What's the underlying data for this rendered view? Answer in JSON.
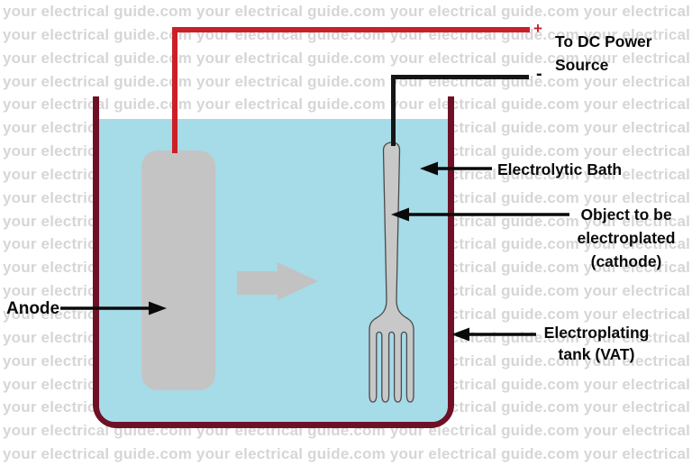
{
  "title": "Electroplating process diagram",
  "watermark": {
    "row": "your electrical guide.com your electrical guide.com your electrical guide.com your electrical guide.com"
  },
  "labels": {
    "dc_power": "To DC Power\nSource",
    "electrolytic_bath": "Electrolytic Bath",
    "object_cathode": "Object to be\nelectroplated\n(cathode)",
    "electroplating_tank": "Electroplating\ntank (VAT)",
    "anode": "Anode",
    "plus_sign": "+",
    "minus_sign": "-"
  },
  "icons": {
    "current_flow_arrow": "right-arrow",
    "anode_pointer": "right-arrow",
    "bath_pointer": "left-arrow",
    "object_pointer": "left-arrow",
    "tank_pointer": "left-arrow"
  },
  "colors": {
    "background": "#ffffff",
    "watermark": "#d6d6d6",
    "bath": "#a6dbe8",
    "tank_border": "#6e1126",
    "metal": "#c4c4c4",
    "metal_outline": "#4a4a4a",
    "arrow_gray": "#c2c2c2",
    "wire_positive": "#cb2027",
    "wire_negative": "#151515",
    "label_text": "#0a0a0a"
  }
}
